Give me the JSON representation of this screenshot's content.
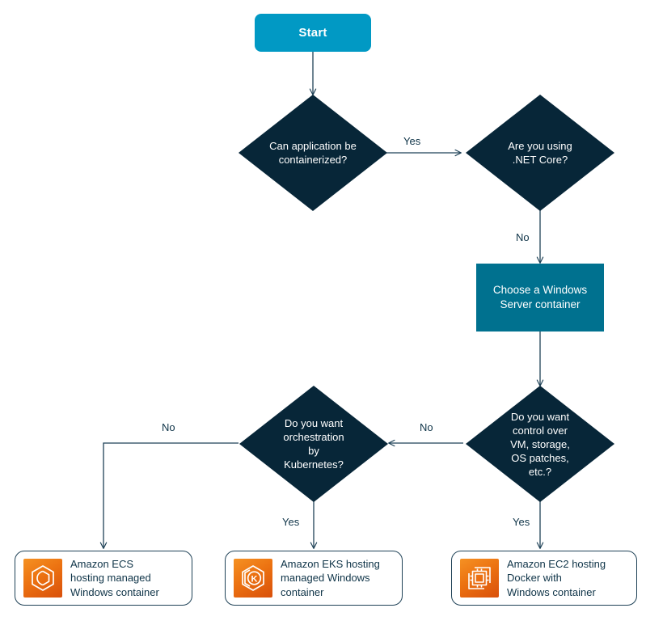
{
  "diagram": {
    "title": "Windows container hosting decision flowchart",
    "type": "flowchart",
    "colors": {
      "start_fill": "#0199C4",
      "process_fill": "#00718F",
      "decision_fill": "#072638",
      "result_border": "#1F4257",
      "icon_orange_light": "#F59123",
      "icon_orange_dark": "#D9500B",
      "connector": "#1F4257",
      "text_dark": "#0F3448",
      "text_light": "#FFFFFF",
      "background": "#FFFFFF"
    }
  },
  "nodes": {
    "start": {
      "label": "Start",
      "shape": "rounded-rectangle"
    },
    "decision_containerize": {
      "label": "Can application be\ncontainerized?",
      "shape": "diamond"
    },
    "decision_dotnet": {
      "label": "Are you using\n.NET Core?",
      "shape": "diamond"
    },
    "process_windows_container": {
      "label": "Choose a Windows\nServer container",
      "shape": "rectangle"
    },
    "decision_control": {
      "label": "Do you want\ncontrol over\nVM, storage,\nOS patches,\netc.?",
      "shape": "diamond"
    },
    "decision_kubernetes": {
      "label": "Do you want\norchestration\nby\nKubernetes?",
      "shape": "diamond"
    },
    "result_ecs": {
      "label": "Amazon ECS\nhosting managed\nWindows container",
      "icon": "aws-ecs-icon",
      "shape": "rounded-rectangle"
    },
    "result_eks": {
      "label": "Amazon EKS hosting\nmanaged Windows\ncontainer",
      "icon": "aws-eks-icon",
      "shape": "rounded-rectangle"
    },
    "result_ec2": {
      "label": "Amazon EC2 hosting\nDocker with\nWindows container",
      "icon": "aws-ec2-icon",
      "shape": "rounded-rectangle"
    }
  },
  "edges": {
    "start_to_containerize": {
      "label": ""
    },
    "containerize_to_dotnet": {
      "label": "Yes"
    },
    "dotnet_to_process": {
      "label": "No"
    },
    "process_to_control": {
      "label": ""
    },
    "control_to_kubernetes": {
      "label": "No"
    },
    "control_to_ec2": {
      "label": "Yes"
    },
    "kubernetes_to_ecs": {
      "label": "No"
    },
    "kubernetes_to_eks": {
      "label": "Yes"
    }
  }
}
